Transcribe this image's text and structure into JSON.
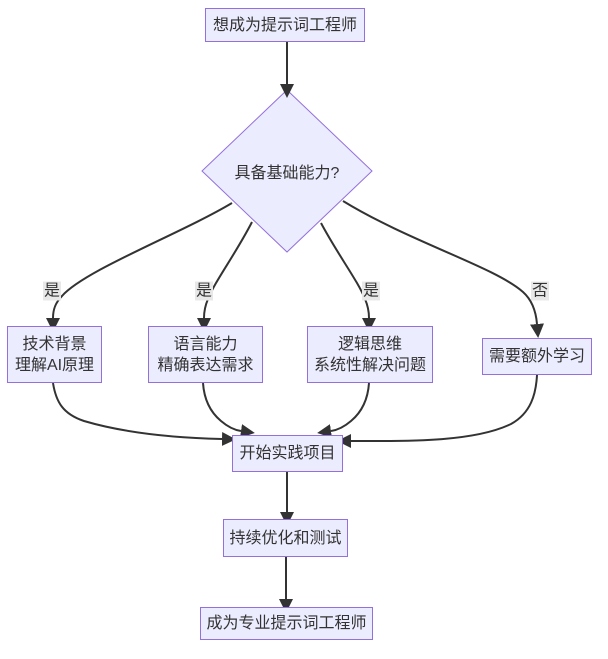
{
  "diagram": {
    "nodes": {
      "start": {
        "label": "想成为提示词工程师"
      },
      "decision": {
        "label": "具备基础能力?"
      },
      "tech": {
        "line1": "技术背景",
        "line2": "理解AI原理"
      },
      "lang": {
        "line1": "语言能力",
        "line2": "精确表达需求"
      },
      "logic": {
        "line1": "逻辑思维",
        "line2": "系统性解决问题"
      },
      "extra": {
        "label": "需要额外学习"
      },
      "practice": {
        "label": "开始实践项目"
      },
      "optimize": {
        "label": "持续优化和测试"
      },
      "become": {
        "label": "成为专业提示词工程师"
      }
    },
    "edge_labels": {
      "yes1": "是",
      "yes2": "是",
      "yes3": "是",
      "no": "否"
    },
    "colors": {
      "node_fill": "#ECECFF",
      "node_border": "#9370DB",
      "edge": "#333333",
      "label_bg": "#e8e8e8",
      "text": "#333333",
      "background": "#ffffff"
    }
  }
}
